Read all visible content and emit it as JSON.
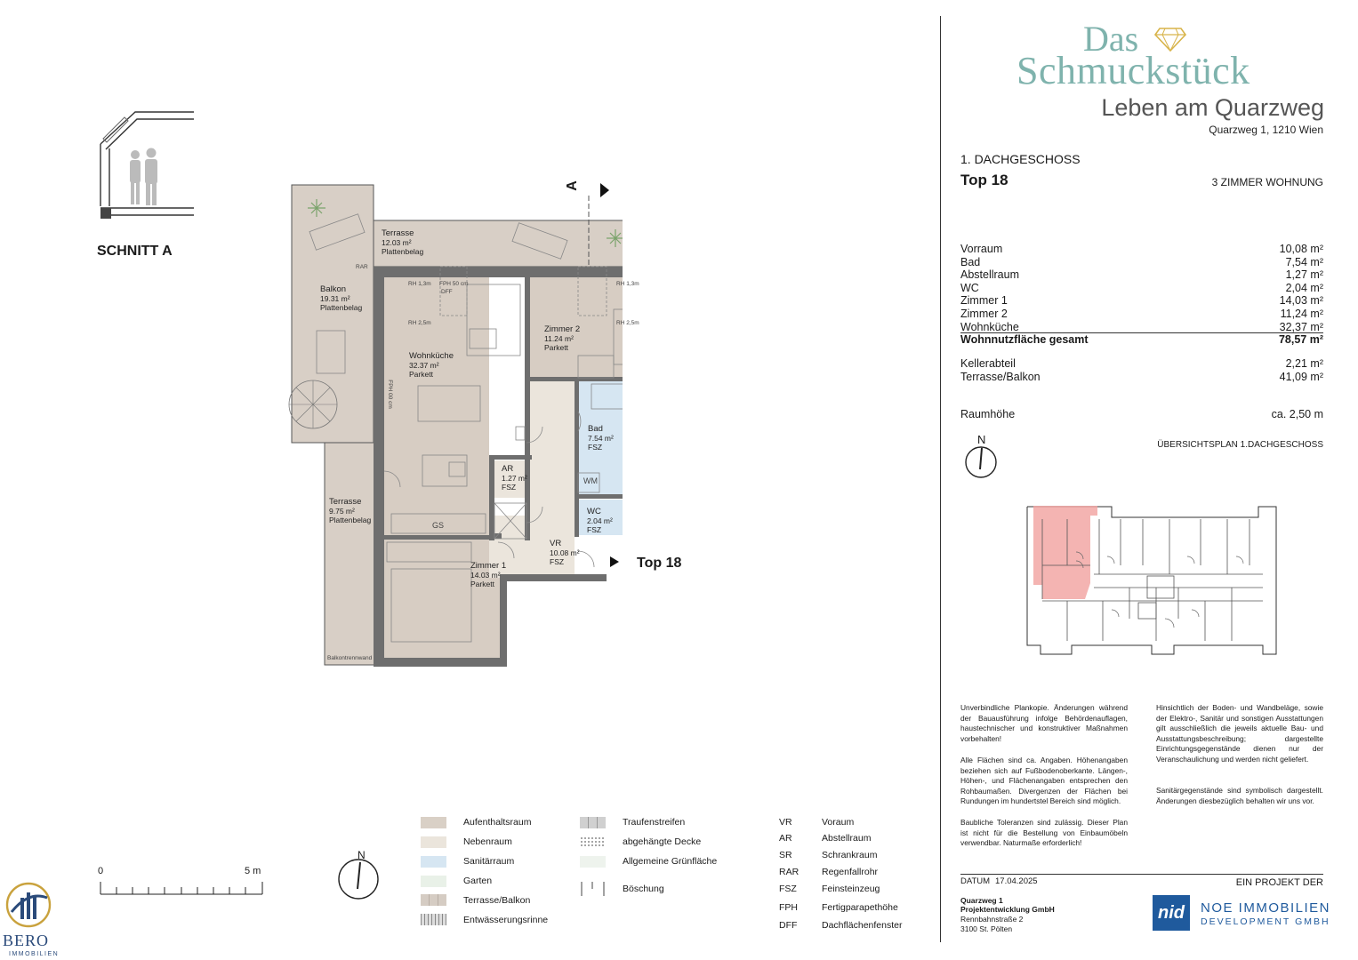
{
  "brand": {
    "logo_das": "Das",
    "logo_name": "Schmuckstück",
    "tagline": "Leben am Quarzweg",
    "address": "Quarzweg 1, 1210 Wien",
    "accent": "#7fb3ad"
  },
  "unit": {
    "floor": "1. DACHGESCHOSS",
    "top": "Top 18",
    "type": "3 ZIMMER WOHNUNG"
  },
  "areas": [
    {
      "name": "Vorraum",
      "value": "10,08 m²"
    },
    {
      "name": "Bad",
      "value": "7,54 m²"
    },
    {
      "name": "Abstellraum",
      "value": "1,27 m²"
    },
    {
      "name": "WC",
      "value": "2,04 m²"
    },
    {
      "name": "Zimmer 1",
      "value": "14,03 m²"
    },
    {
      "name": "Zimmer 2",
      "value": "11,24 m²"
    },
    {
      "name": "Wohnküche",
      "value": "32,37 m²"
    }
  ],
  "total": {
    "name": "Wohnnutzfläche gesamt",
    "value": "78,57 m²"
  },
  "extras": [
    {
      "name": "Kellerabteil",
      "value": "2,21 m²"
    },
    {
      "name": "Terrasse/Balkon",
      "value": "41,09 m²"
    }
  ],
  "height": {
    "name": "Raumhöhe",
    "value": "ca. 2,50 m"
  },
  "overview_title": "ÜBERSICHTSPLAN 1.DACHGESCHOSS",
  "north": "N",
  "section": {
    "title": "SCHNITT A",
    "marker": "A"
  },
  "plan": {
    "top_label": "Top 18",
    "rooms": [
      {
        "name": "Terrasse",
        "area": "12.03 m²",
        "floor": "Plattenbelag"
      },
      {
        "name": "Balkon",
        "area": "19.31 m²",
        "floor": "Plattenbelag"
      },
      {
        "name": "Wohnküche",
        "area": "32.37 m²",
        "floor": "Parkett"
      },
      {
        "name": "Zimmer 2",
        "area": "11.24 m²",
        "floor": "Parkett"
      },
      {
        "name": "Bad",
        "area": "7.54 m²",
        "floor": "FSZ"
      },
      {
        "name": "AR",
        "area": "1.27 m²",
        "floor": "FSZ"
      },
      {
        "name": "WC",
        "area": "2.04 m²",
        "floor": "FSZ"
      },
      {
        "name": "VR",
        "area": "10.08 m²",
        "floor": "FSZ"
      },
      {
        "name": "Zimmer 1",
        "area": "14.03 m²",
        "floor": "Parkett"
      },
      {
        "name": "Terrasse",
        "area": "9.75 m²",
        "floor": "Plattenbelag"
      }
    ],
    "small_labels": {
      "rar": "RAR",
      "rh13a": "RH 1,3m",
      "rh13b": "RH 1,3m",
      "rh25a": "RH 2,5m",
      "rh25b": "RH 2,5m",
      "fph": "FPH 00 cm",
      "gs": "GS",
      "wm": "WM",
      "balkontrennwand": "Balkontrennwand",
      "dff": "DFF",
      "fph50": "FPH 50 cm"
    }
  },
  "scale": {
    "start": "0",
    "end": "5 m"
  },
  "legend": [
    {
      "label": "Aufenthaltsraum",
      "color": "#d9d0c6"
    },
    {
      "label": "Nebenraum",
      "color": "#ebe5dc"
    },
    {
      "label": "Sanitärraum",
      "color": "#d6e6f2"
    },
    {
      "label": "Garten",
      "color": "#e9f1e8"
    },
    {
      "label": "Terrasse/Balkon",
      "color": "#d5ccc3"
    },
    {
      "label": "Entwässerungsrinne",
      "color": "#bdbdbd"
    }
  ],
  "legend2": [
    {
      "label": "Traufenstreifen"
    },
    {
      "label": "abgehängte Decke"
    },
    {
      "label": "Allgemeine Grünfläche"
    },
    {
      "label": "Böschung"
    }
  ],
  "abbreviations": [
    {
      "abbr": "VR",
      "text": "Voraum"
    },
    {
      "abbr": "AR",
      "text": "Abstellraum"
    },
    {
      "abbr": "SR",
      "text": "Schrankraum"
    },
    {
      "abbr": "RAR",
      "text": "Regenfallrohr"
    },
    {
      "abbr": "FSZ",
      "text": "Feinsteinzeug"
    },
    {
      "abbr": "FPH",
      "text": "Fertigparapethöhe"
    },
    {
      "abbr": "DFF",
      "text": "Dachflächenfenster"
    }
  ],
  "disclaimer_left": [
    "Unverbindliche Plankopie. Änderungen während der Bauausführung infolge Behördenauflagen, haustechnischer und konstruktiver Maßnahmen vorbehalten!",
    "Alle Flächen sind ca. Angaben. Höhenangaben beziehen sich auf Fußbodenoberkante. Längen-, Höhen-, und Flächenangaben entsprechen den Rohbaumaßen. Divergenzen der Flächen bei Rundungen im hundertstel Bereich sind möglich.",
    "Baubliche Toleranzen sind zulässig. Dieser Plan ist nicht für die Bestellung von Einbaumöbeln verwendbar. Naturmaße erforderlich!"
  ],
  "disclaimer_right": [
    "Hinsichtlich der Boden- und Wandbeläge, sowie der Elektro-, Sanitär und sonstigen Ausstattungen gilt ausschließlich die jeweils aktuelle Bau- und Ausstattungsbeschreibung; dargestellte Einrichtungsgegenstände dienen nur der Veranschaulichung und werden nicht geliefert.",
    "Sanitärgegenstände sind symbolisch dargestellt. Änderungen diesbezüglich behalten wir uns vor."
  ],
  "footer": {
    "datum_label": "DATUM",
    "datum": "17.04.2025",
    "projekt_label": "EIN PROJEKT DER",
    "company1": "Quarzweg 1",
    "company2": "Projektentwicklung GmbH",
    "street": "Rennbahnstraße 2",
    "city": "3100 St. Pölten",
    "nid_logo": "nid",
    "noe1": "NOE IMMOBILIEN",
    "noe2": "DEVELOPMENT GMBH"
  },
  "bero": {
    "name": "BERO",
    "sub": "IMMOBILIEN"
  }
}
